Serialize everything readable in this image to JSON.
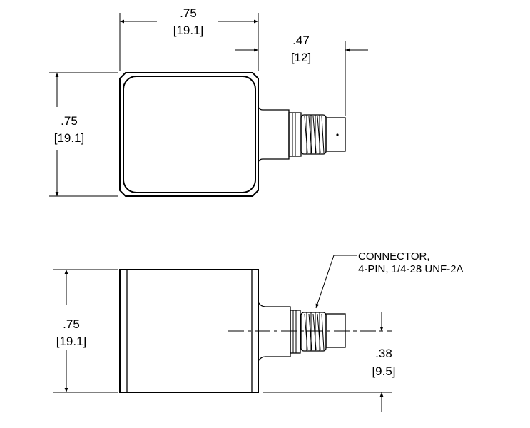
{
  "top_view": {
    "width_dim": {
      "inch": ".75",
      "mm": "[19.1]"
    },
    "connector_dim": {
      "inch": ".47",
      "mm": "[12]"
    },
    "height_dim": {
      "inch": ".75",
      "mm": "[19.1]"
    }
  },
  "side_view": {
    "height_dim": {
      "inch": ".75",
      "mm": "[19.1]"
    },
    "center_dim": {
      "inch": ".38",
      "mm": "[9.5]"
    },
    "connector_callout": {
      "line1": "CONNECTOR,",
      "line2": "4-PIN, 1/4-28 UNF-2A"
    }
  },
  "colors": {
    "line": "#000000",
    "background": "#ffffff"
  }
}
